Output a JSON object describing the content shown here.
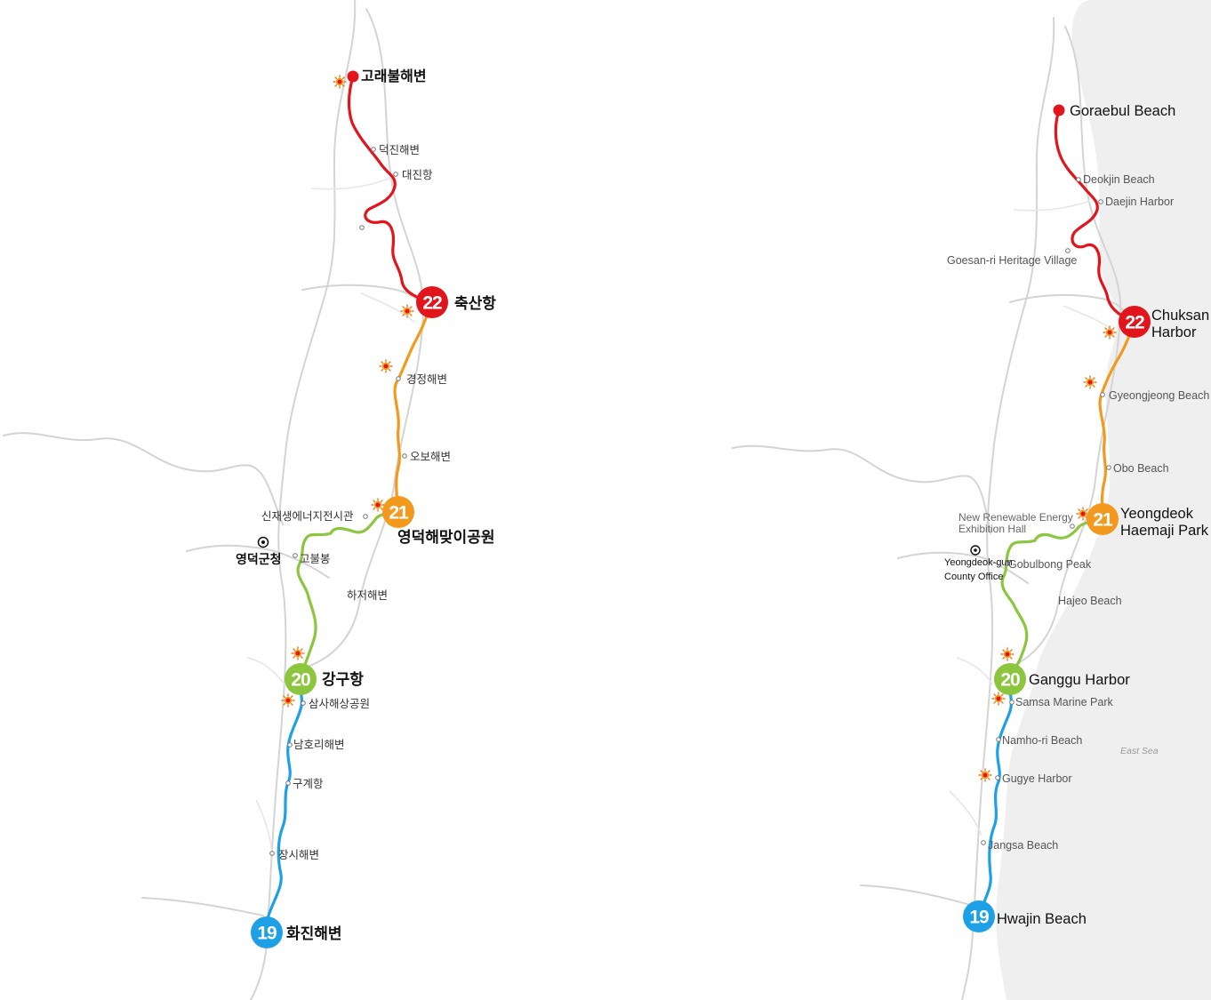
{
  "korean_map": {
    "terminus": "고래불해변",
    "stops": [
      "덕진해변",
      "대진항",
      "경정해변",
      "오보해변",
      "신재생에너지전시관",
      "고불봉",
      "하저해변",
      "삼사해상공원",
      "남호리해변",
      "구계항",
      "장시해변"
    ],
    "town": "영덕군청",
    "stations": [
      {
        "number": "22",
        "name": "축산항"
      },
      {
        "number": "21",
        "name": "영덕해맞이공원"
      },
      {
        "number": "20",
        "name": "강구항"
      },
      {
        "number": "19",
        "name": "화진해변"
      }
    ]
  },
  "english_map": {
    "terminus": "Goraebul Beach",
    "stops": [
      "Deokjin Beach",
      "Daejin Harbor",
      "Goesan-ri Heritage Village",
      "Gyeongjeong Beach",
      "Obo Beach",
      "Gobulbong Peak",
      "Hajeo Beach",
      "Samsa Marine Park",
      "Namho-ri Beach",
      "Gugye Harbor",
      "Jangsa Beach"
    ],
    "poi": [
      "New Renewable Energy",
      "Exhibition Hall"
    ],
    "town": [
      "Yeongdeok-gun",
      "County Office"
    ],
    "sea": "East Sea",
    "stations": [
      {
        "number": "22",
        "name": [
          "Chuksan",
          "Harbor"
        ]
      },
      {
        "number": "21",
        "name": [
          "Yeongdeok",
          "Haemaji Park"
        ]
      },
      {
        "number": "20",
        "name": "Ganggu Harbor"
      },
      {
        "number": "19",
        "name": "Hwajin Beach"
      }
    ]
  },
  "colors": {
    "section_22": "#e2151d",
    "section_21": "#f39a1e",
    "section_20": "#8cc63f",
    "section_19": "#1ea0e6",
    "road": "#d4d4d4",
    "sea": "#efefef",
    "attraction_marker": "#f07b1b"
  },
  "icons": [
    "attraction-burst-icon",
    "stop-dot-icon",
    "county-office-icon"
  ]
}
